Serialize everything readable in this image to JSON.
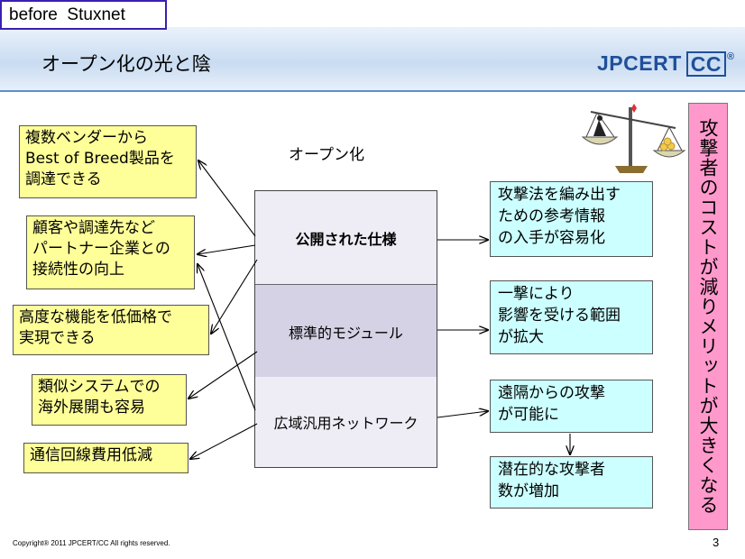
{
  "tag": {
    "label": "before  Stuxnet"
  },
  "slide": {
    "title": "オープン化の光と陰",
    "page": "3",
    "copyright": "Copyright® 2011 JPCERT/CC All rights reserved."
  },
  "logo": {
    "main": "JPCERT",
    "cc": "CC",
    "reg": "®"
  },
  "benefits": [
    {
      "lines": [
        "複数ベンダーから",
        "Best of Breed製品を",
        "調達できる"
      ]
    },
    {
      "lines": [
        "顧客や調達先など",
        "パートナー企業との",
        "接続性の向上"
      ]
    },
    {
      "lines": [
        "高度な機能を低価格で",
        "実現できる"
      ]
    },
    {
      "lines": [
        "類似システムでの",
        "海外展開も容易"
      ]
    },
    {
      "lines": [
        "通信回線費用低減"
      ]
    }
  ],
  "center": {
    "label": "オープン化",
    "cells": [
      "公開された仕様",
      "標準的モジュール",
      "広域汎用ネットワーク"
    ]
  },
  "risks": [
    {
      "lines": [
        "攻撃法を編み出す",
        "ための参考情報",
        "の入手が容易化"
      ]
    },
    {
      "lines": [
        "一撃により",
        "影響を受ける範囲",
        "が拡大"
      ]
    },
    {
      "lines": [
        "遠隔からの攻撃",
        "が可能に"
      ]
    },
    {
      "lines": [
        "潜在的な攻撃者",
        "数が増加"
      ]
    }
  ],
  "conclusion": {
    "text": "攻撃者のコストが減りメリットが大きくなる"
  },
  "colors": {
    "benefit_bg": "#ffff99",
    "risk_bg": "#ccffff",
    "conclusion_bg": "#ff99cc",
    "logo": "#1f4f9b"
  }
}
